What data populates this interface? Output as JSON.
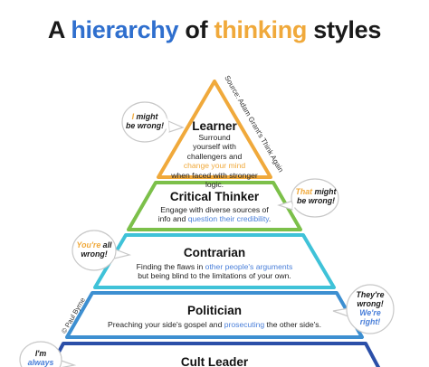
{
  "title": {
    "part1": "A ",
    "part2": "hierarchy",
    "part3": " of ",
    "part4": "thinking",
    "part5": " styles"
  },
  "source": "Source: Adam Grant's Think Again",
  "credit": "© Paul Byrne",
  "levels": [
    {
      "title": "Learner",
      "desc_a": "Surround",
      "desc_b": "yourself with",
      "desc_c": "challengers and",
      "desc_hl": "change your mind",
      "desc_d": "when faced with stronger",
      "desc_e": "logic.",
      "color": "#f0a93b"
    },
    {
      "title": "Critical Thinker",
      "desc_a": "Engage with diverse sources of",
      "desc_b": "info and ",
      "desc_hl": "question their credibility",
      "desc_c": ".",
      "color": "#7cc04a"
    },
    {
      "title": "Contrarian",
      "desc_a": "Finding the flaws in ",
      "desc_hl": "other people's arguments",
      "desc_b": "but being blind to the limitations of your own.",
      "color": "#3fc2d8"
    },
    {
      "title": "Politician",
      "desc_a": "Preaching your side's gospel and ",
      "desc_hl": "prosecuting",
      "desc_b": " the other side's.",
      "color": "#3d8fd1"
    },
    {
      "title": "Cult Leader",
      "color": "#2b4fa8"
    }
  ],
  "bubbles": [
    {
      "hl": "I",
      "rest": " might",
      "line2": "be wrong!"
    },
    {
      "hl": "That",
      "rest": " might",
      "line2": "be wrong!"
    },
    {
      "hl": "You're",
      "rest": " all",
      "line2": "wrong!"
    },
    {
      "line1": "They're",
      "line2": "wrong!",
      "hl1": "We're",
      "hl2": "right!"
    },
    {
      "line1": "I'm",
      "hl": "always"
    }
  ],
  "colors": {
    "blue": "#2f6fce",
    "orange": "#f0a93b",
    "bubble_border": "#c8c8c8"
  }
}
